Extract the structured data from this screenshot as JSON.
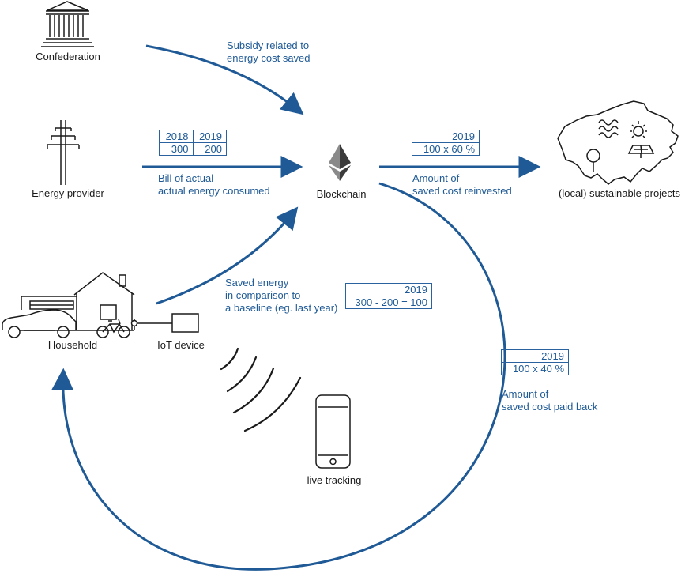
{
  "nodes": {
    "confederation": "Confederation",
    "energy_provider": "Energy provider",
    "blockchain": "Blockchain",
    "projects": "(local) sustainable projects",
    "household": "Household",
    "iot_device": "IoT device",
    "live_tracking": "live tracking"
  },
  "edges": {
    "subsidy": [
      "Subsidy related to",
      "energy cost saved"
    ],
    "bill": [
      "Bill of actual",
      "actual energy consumed"
    ],
    "saved_energy": [
      "Saved energy",
      "in comparison to",
      "a baseline (eg. last year)"
    ],
    "reinvested": [
      "Amount of",
      "saved cost reinvested"
    ],
    "paid_back": [
      "Amount of",
      "saved cost paid back"
    ]
  },
  "tables": {
    "bill": {
      "years": [
        "2018",
        "2019"
      ],
      "values": [
        "300",
        "200"
      ]
    },
    "saved": {
      "year": "2019",
      "value": "300 - 200 = 100"
    },
    "reinvested": {
      "year": "2019",
      "value": "100 x 60 %"
    },
    "paid_back": {
      "year": "2019",
      "value": "100 x 40 %"
    }
  },
  "colors": {
    "arrow": "#1f5a96",
    "line": "#1a1a1a"
  }
}
